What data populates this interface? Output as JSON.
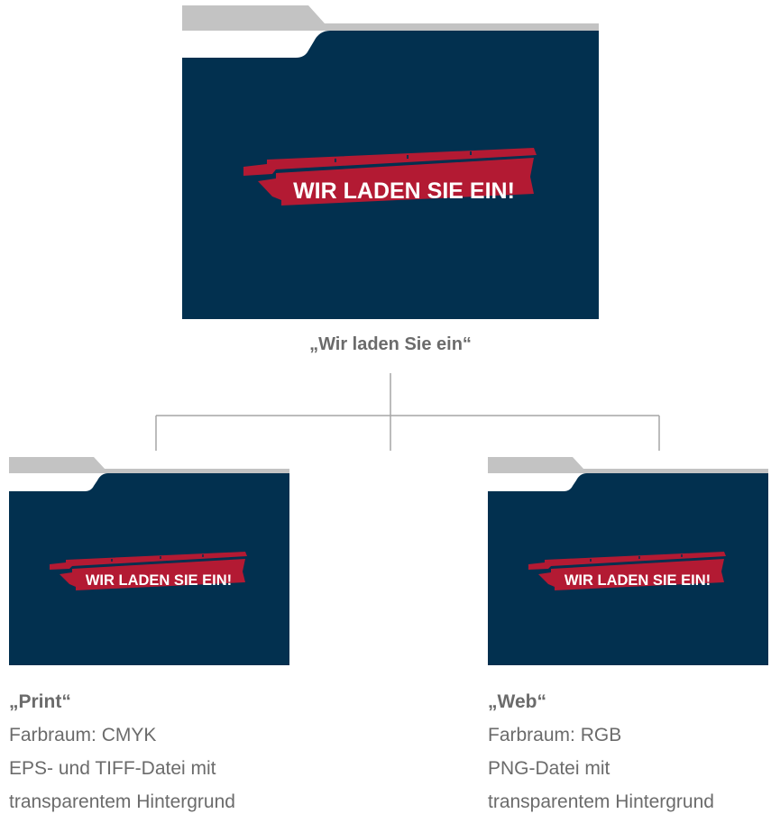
{
  "colors": {
    "folder_body": "#02304f",
    "folder_tab": "#c3c3c3",
    "banner_red": "#b31a33",
    "text_gray": "#6b6b6b",
    "connector_gray": "#a6a6a6"
  },
  "root": {
    "banner_text": "WIR LADEN SIE EIN!",
    "caption": "„Wir laden Sie ein“"
  },
  "print": {
    "banner_text": "WIR LADEN SIE EIN!",
    "title": "„Print“",
    "line1": "Farbraum: CMYK",
    "line2": "EPS- und TIFF-Datei mit",
    "line3": "transparentem Hintergrund"
  },
  "web": {
    "banner_text": "WIR LADEN SIE EIN!",
    "title": "„Web“",
    "line1": "Farbraum: RGB",
    "line2": "PNG-Datei mit",
    "line3": "transparentem Hintergrund"
  }
}
